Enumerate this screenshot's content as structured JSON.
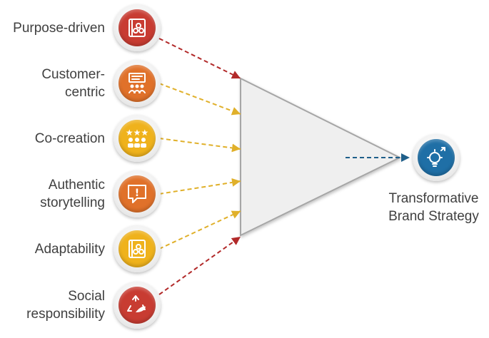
{
  "factors": [
    {
      "lines": [
        "Purpose-driven"
      ],
      "color": "#c83c32",
      "icon": "idea-network-icon",
      "connector_color": "#b22a2a"
    },
    {
      "lines": [
        "Customer-",
        "centric"
      ],
      "color": "#e0712a",
      "icon": "audience-presentation-icon",
      "connector_color": "#e0b02a"
    },
    {
      "lines": [
        "Co-creation"
      ],
      "color": "#efb21c",
      "icon": "rated-team-icon",
      "connector_color": "#e0b02a"
    },
    {
      "lines": [
        "Authentic",
        "storytelling"
      ],
      "color": "#e0712a",
      "icon": "alert-speech-icon",
      "connector_color": "#e0b02a"
    },
    {
      "lines": [
        "Adaptability"
      ],
      "color": "#efb21c",
      "icon": "idea-network-icon",
      "connector_color": "#e0b02a"
    },
    {
      "lines": [
        "Social",
        "responsibility"
      ],
      "color": "#c83c32",
      "icon": "recycle-leaf-icon",
      "connector_color": "#b22a2a"
    }
  ],
  "target": {
    "lines": [
      "Transformative",
      "Brand Strategy"
    ],
    "color": "#1f6fa6",
    "icon": "idea-growth-icon",
    "connector_color": "#1f5f8a"
  },
  "funnel_color": "#efefef"
}
